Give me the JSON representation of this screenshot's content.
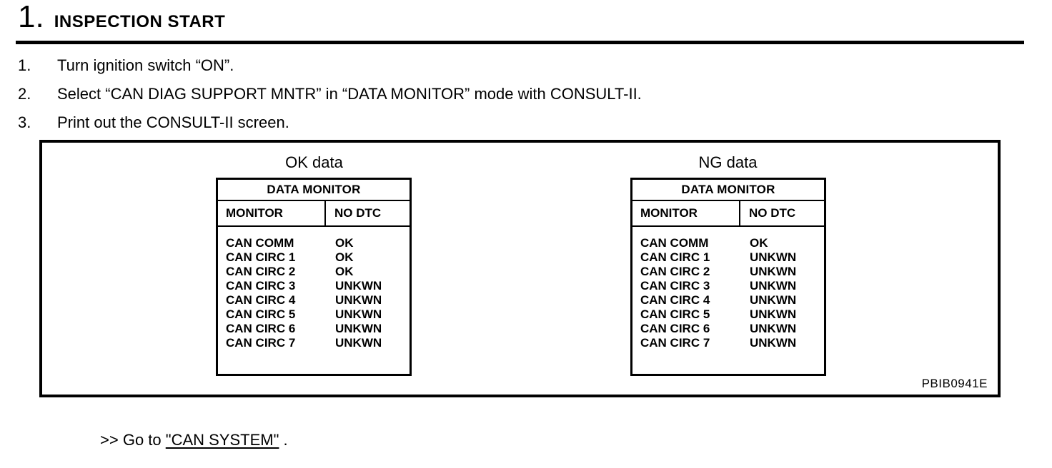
{
  "colors": {
    "ink": "#000000",
    "paper": "#ffffff"
  },
  "heading": {
    "number": "1.",
    "title": "INSPECTION START"
  },
  "steps": [
    {
      "num": "1.",
      "text": "Turn ignition switch “ON”."
    },
    {
      "num": "2.",
      "text": "Select “CAN DIAG SUPPORT MNTR” in “DATA MONITOR” mode with CONSULT-II."
    },
    {
      "num": "3.",
      "text": "Print out the CONSULT-II screen."
    }
  ],
  "figure": {
    "image_code": "PBIB0941E",
    "panels": [
      {
        "label": "OK data",
        "screen_title": "DATA MONITOR",
        "col_monitor": "MONITOR",
        "col_status": "NO DTC",
        "rows": [
          {
            "monitor": "CAN COMM",
            "status": "OK"
          },
          {
            "monitor": "CAN CIRC 1",
            "status": "OK"
          },
          {
            "monitor": "CAN CIRC 2",
            "status": "OK"
          },
          {
            "monitor": "CAN CIRC 3",
            "status": "UNKWN"
          },
          {
            "monitor": "CAN CIRC 4",
            "status": "UNKWN"
          },
          {
            "monitor": "CAN CIRC 5",
            "status": "UNKWN"
          },
          {
            "monitor": "CAN CIRC 6",
            "status": "UNKWN"
          },
          {
            "monitor": "CAN CIRC 7",
            "status": "UNKWN"
          }
        ]
      },
      {
        "label": "NG data",
        "screen_title": "DATA MONITOR",
        "col_monitor": "MONITOR",
        "col_status": "NO DTC",
        "rows": [
          {
            "monitor": "CAN COMM",
            "status": "OK"
          },
          {
            "monitor": "CAN CIRC 1",
            "status": "UNKWN"
          },
          {
            "monitor": "CAN CIRC 2",
            "status": "UNKWN"
          },
          {
            "monitor": "CAN CIRC 3",
            "status": "UNKWN"
          },
          {
            "monitor": "CAN CIRC 4",
            "status": "UNKWN"
          },
          {
            "monitor": "CAN CIRC 5",
            "status": "UNKWN"
          },
          {
            "monitor": "CAN CIRC 6",
            "status": "UNKWN"
          },
          {
            "monitor": "CAN CIRC 7",
            "status": "UNKWN"
          }
        ]
      }
    ]
  },
  "result": {
    "marker": ">>",
    "text_before": "Go to",
    "link": "\"CAN SYSTEM\"",
    "text_after": "."
  }
}
